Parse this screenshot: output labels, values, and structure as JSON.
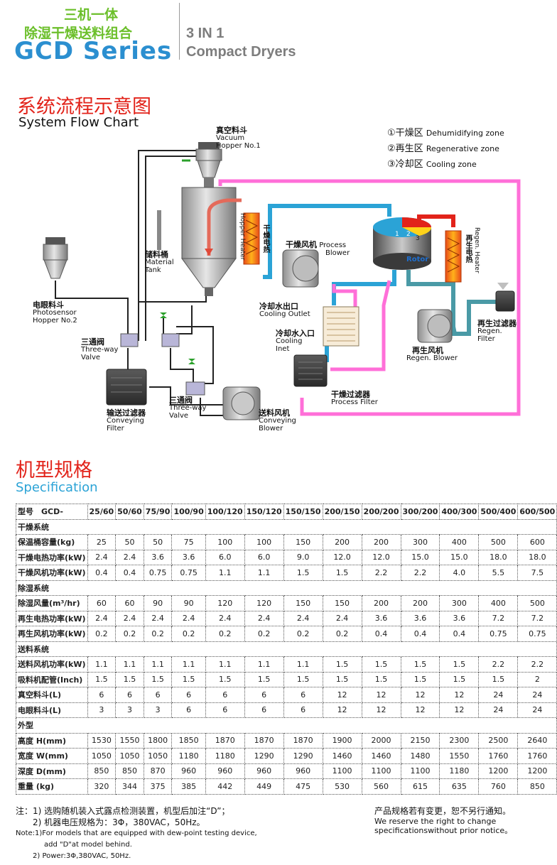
{
  "header": {
    "cn_line1": "三机一体",
    "cn_line2": "除湿干燥送料组合",
    "series": "GCD Series",
    "en_line1": "3 IN 1",
    "en_line2": "Compact Dryers"
  },
  "flow": {
    "title_cn": "系统流程示意图",
    "title_en": "System Flow Chart",
    "zones": [
      {
        "num": "①",
        "cn": "干燥区",
        "en": "Dehumidifying zone"
      },
      {
        "num": "②",
        "cn": "再生区",
        "en": "Regenerative zone"
      },
      {
        "num": "③",
        "cn": "冷却区",
        "en": "Cooling zone"
      }
    ],
    "labels": {
      "vacuum_cn": "真空料斗",
      "vacuum_en1": "Vacuum",
      "vacuum_en2": "Hopper No.1",
      "tank_cn": "储料桶",
      "tank_en1": "Material",
      "tank_en2": "Tank",
      "photo_cn": "电眼料斗",
      "photo_en1": "Photosensor",
      "photo_en2": "Hopper No.2",
      "valve1_cn": "三通阀",
      "valve1_en1": "Three-way",
      "valve1_en2": "Valve",
      "valve2_cn": "三通阀",
      "valve2_en1": "Three-way",
      "valve2_en2": "Valve",
      "convfilter_cn": "输送过滤器",
      "convfilter_en1": "Conveying",
      "convfilter_en2": "Filter",
      "convblower_cn": "送料风机",
      "convblower_en1": "Conveying",
      "convblower_en2": "Blower",
      "hopperheater_v": "Hopper Heater",
      "dryheater_cn_v": "干燥电热",
      "procblower_cn": "干燥风机",
      "procblower_en1": "Process",
      "procblower_en2": "Blower",
      "coolout_cn": "冷却水出口",
      "coolout_en": "Cooling Outlet",
      "coolin_cn": "冷却水入口",
      "coolin_en1": "Cooling",
      "coolin_en2": "Inet",
      "procfilter_cn": "干燥过滤器",
      "procfilter_en": "Process Filter",
      "rotor": "Rotor",
      "regenheater_v1": "Regen. Heater",
      "regenheater_v2": "再生电热",
      "regenfilter_cn": "再生过滤器",
      "regenfilter_en1": "Regen.",
      "regenfilter_en2": "Filter",
      "regenblower_cn": "再生风机",
      "regenblower_en": "Regen. Blower",
      "num1": "1",
      "num2": "2",
      "num3": "3"
    }
  },
  "spec": {
    "title_cn": "机型规格",
    "title_en": "Specification",
    "header": [
      "型号　GCD-",
      "25/60",
      "50/60",
      "75/90",
      "100/90",
      "100/120",
      "150/120",
      "150/150",
      "200/150",
      "200/200",
      "300/200",
      "400/300",
      "500/400",
      "600/500"
    ],
    "rows": [
      {
        "section": "干燥系统"
      },
      {
        "label": "保温桶容量(kg)",
        "values": [
          "25",
          "50",
          "50",
          "75",
          "100",
          "100",
          "150",
          "200",
          "200",
          "300",
          "400",
          "500",
          "600"
        ]
      },
      {
        "label": "干燥电热功率(kW)",
        "values": [
          "2.4",
          "2.4",
          "3.6",
          "3.6",
          "6.0",
          "6.0",
          "9.0",
          "12.0",
          "12.0",
          "15.0",
          "15.0",
          "18.0",
          "18.0"
        ]
      },
      {
        "label": "干燥风机功率(kW)",
        "values": [
          "0.4",
          "0.4",
          "0.75",
          "0.75",
          "1.1",
          "1.1",
          "1.5",
          "1.5",
          "2.2",
          "2.2",
          "4.0",
          "5.5",
          "7.5"
        ]
      },
      {
        "section": "除湿系统"
      },
      {
        "label": "除湿风量(m³/hr)",
        "values": [
          "60",
          "60",
          "90",
          "90",
          "120",
          "120",
          "150",
          "150",
          "200",
          "200",
          "300",
          "400",
          "500"
        ]
      },
      {
        "label": "再生电热功率(kW)",
        "values": [
          "2.4",
          "2.4",
          "2.4",
          "2.4",
          "2.4",
          "2.4",
          "2.4",
          "2.4",
          "3.6",
          "3.6",
          "3.6",
          "7.2",
          "7.2"
        ]
      },
      {
        "label": "再生风机功率(kW)",
        "values": [
          "0.2",
          "0.2",
          "0.2",
          "0.2",
          "0.2",
          "0.2",
          "0.2",
          "0.2",
          "0.4",
          "0.4",
          "0.4",
          "0.75",
          "0.75"
        ]
      },
      {
        "section": "送料系统"
      },
      {
        "label": "送料风机功率(kW)",
        "values": [
          "1.1",
          "1.1",
          "1.1",
          "1.1",
          "1.1",
          "1.1",
          "1.1",
          "1.5",
          "1.5",
          "1.5",
          "1.5",
          "2.2",
          "2.2"
        ]
      },
      {
        "label": "吸料机配管(Inch)",
        "values": [
          "1.5",
          "1.5",
          "1.5",
          "1.5",
          "1.5",
          "1.5",
          "1.5",
          "1.5",
          "1.5",
          "1.5",
          "1.5",
          "1.5",
          "2"
        ]
      },
      {
        "label": "真空料斗(L)",
        "values": [
          "6",
          "6",
          "6",
          "6",
          "6",
          "6",
          "6",
          "12",
          "12",
          "12",
          "12",
          "24",
          "24"
        ]
      },
      {
        "label": "电眼料斗(L)",
        "values": [
          "3",
          "3",
          "3",
          "6",
          "6",
          "6",
          "6",
          "12",
          "12",
          "12",
          "12",
          "24",
          "24"
        ]
      },
      {
        "section": "外型"
      },
      {
        "label": "高度 H(mm)",
        "values": [
          "1530",
          "1550",
          "1800",
          "1850",
          "1870",
          "1870",
          "1870",
          "1900",
          "2000",
          "2150",
          "2300",
          "2500",
          "2640"
        ]
      },
      {
        "label": "宽度 W(mm)",
        "values": [
          "1050",
          "1050",
          "1050",
          "1180",
          "1180",
          "1290",
          "1290",
          "1460",
          "1460",
          "1480",
          "1550",
          "1760",
          "1760"
        ]
      },
      {
        "label": "深度 D(mm)",
        "values": [
          "850",
          "850",
          "870",
          "960",
          "960",
          "960",
          "960",
          "1100",
          "1100",
          "1100",
          "1180",
          "1200",
          "1200"
        ]
      },
      {
        "label": "重量 (kg)",
        "values": [
          "320",
          "344",
          "375",
          "385",
          "442",
          "449",
          "475",
          "530",
          "560",
          "615",
          "635",
          "760",
          "850"
        ]
      }
    ]
  },
  "notes": {
    "cn1": "注：1) 选购随机装入式露点检测装置，机型后加注“D”；",
    "cn2": "2) 机器电压规格为：3Φ，380VAC，50Hz。",
    "en1": "Note:1)For models that are equipped with dew-point testing device,",
    "en2": "add \"D\"at model behind.",
    "en3": "2) Power:3Φ,380VAC, 50Hz.",
    "right_cn": "产品规格若有变更，恕不另行通知。",
    "right_en1": "We reserve the right to change",
    "right_en2": "specificationswithout prior notice。"
  }
}
